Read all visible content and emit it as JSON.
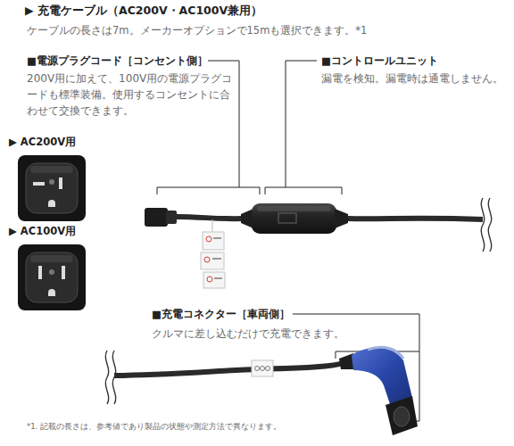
{
  "diagram": {
    "title": "▶ 充電ケーブル（AC200V・AC100V兼用）",
    "caption": "*1. 記載の長さは、参考値であり製品の状態や測定方法で異なります。",
    "nodes": [
      {
        "text": [
          "▶ AC200V用"
        ]
      },
      {
        "text": [
          "▶ AC100V用"
        ]
      }
    ],
    "labels": [
      "ケーブルの長さは7m。メーカーオプションで15mも選択できます。*1",
      "■電源プラグコード［コンセント側］",
      "200V用に加えて、100V用の電源プラグコードも標準装備。使用するコンセントに合わせて交換できます。",
      "■コントロールユニット",
      "漏電を検知。漏電時は通電しません。",
      "■充電コネクター［車両側］",
      "クルマに差し込むだけで充電できます。"
    ]
  }
}
